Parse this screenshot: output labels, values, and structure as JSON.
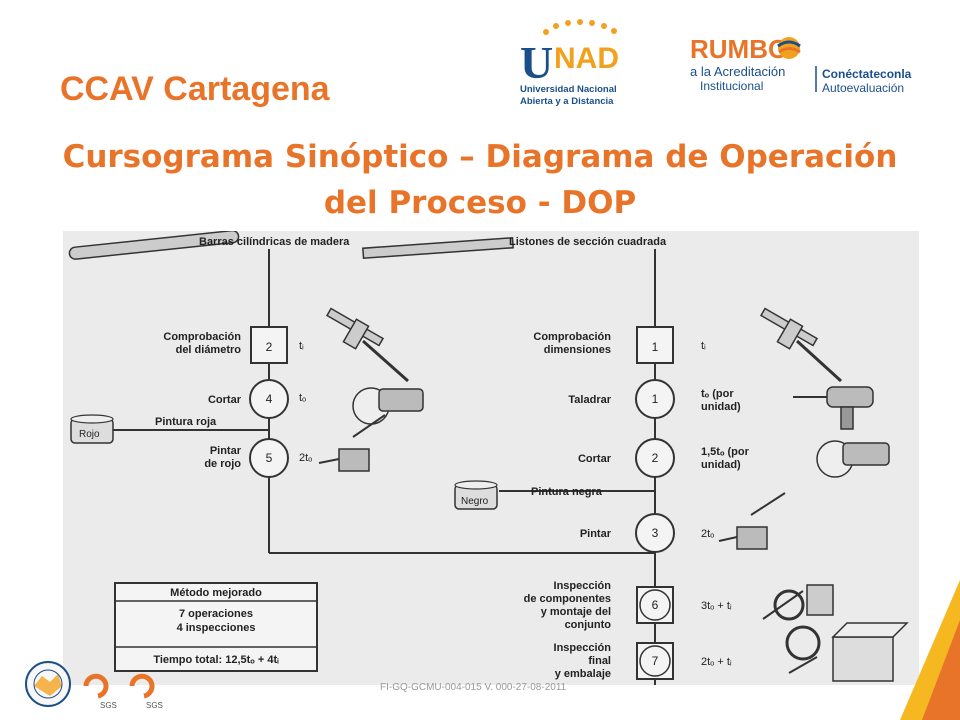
{
  "header": {
    "campus_title": "CCAV Cartagena",
    "title_line1": "Cursograma Sinóptico – Diagrama de Operación",
    "title_line2": "del Proceso - DOP"
  },
  "logos": {
    "unad_text": "UNAD",
    "unad_sub1": "Universidad Nacional",
    "unad_sub2": "Abierta y a Distancia",
    "rumbo_text": "RUMBO",
    "rumbo_sub1": "a la Acreditación",
    "rumbo_sub2": "Institucional",
    "rumbo_sub3": "Conéctateconla",
    "rumbo_sub4": "Autoevaluación",
    "sgs1": "SGS",
    "sgs2": "SGS"
  },
  "diagram": {
    "left_material": "Barras cilíndricas de madera",
    "right_material": "Listones de sección cuadrada",
    "left_steps": [
      {
        "label1": "Comprobación",
        "label2": "del diámetro",
        "symbol": "square",
        "num": "2",
        "time": "tᵢ"
      },
      {
        "label1": "Cortar",
        "label2": "",
        "symbol": "circle",
        "num": "4",
        "time": "tₒ"
      },
      {
        "label1": "Pintar",
        "label2": "de rojo",
        "symbol": "circle",
        "num": "5",
        "time": "2tₒ"
      }
    ],
    "left_input": {
      "label": "Pintura roja",
      "can_label": "Rojo"
    },
    "right_steps": [
      {
        "label1": "Comprobación",
        "label2": "dimensiones",
        "symbol": "square",
        "num": "1",
        "time1": "tᵢ",
        "time2": ""
      },
      {
        "label1": "Taladrar",
        "label2": "",
        "symbol": "circle",
        "num": "1",
        "time1": "tₒ (por",
        "time2": "unidad)"
      },
      {
        "label1": "Cortar",
        "label2": "",
        "symbol": "circle",
        "num": "2",
        "time1": "1,5tₒ (por",
        "time2": "unidad)"
      },
      {
        "label1": "Pintar",
        "label2": "",
        "symbol": "circle",
        "num": "3",
        "time1": "2tₒ",
        "time2": ""
      }
    ],
    "right_input": {
      "label": "Pintura negra",
      "can_label": "Negro"
    },
    "final_steps": [
      {
        "lines": [
          "Inspección",
          "de componentes",
          "y montaje del",
          "conjunto"
        ],
        "num": "6",
        "time": "3tₒ + tᵢ"
      },
      {
        "lines": [
          "Inspección",
          "final",
          "y embalaje"
        ],
        "num": "7",
        "time": "2tₒ + tᵢ"
      }
    ],
    "summary": {
      "heading": "Método mejorado",
      "ops": "7 operaciones",
      "insp": "4 inspecciones",
      "total": "Tiempo total: 12,5tₒ + 4tᵢ"
    }
  },
  "footer": {
    "code": "FI-GQ-GCMU-004-015 V. 000-27-08-2011"
  },
  "colors": {
    "orange": "#e8742a",
    "unad_blue": "#1b4f8a",
    "unad_orange": "#f2a11f",
    "corner_yellow": "#f5b820"
  }
}
